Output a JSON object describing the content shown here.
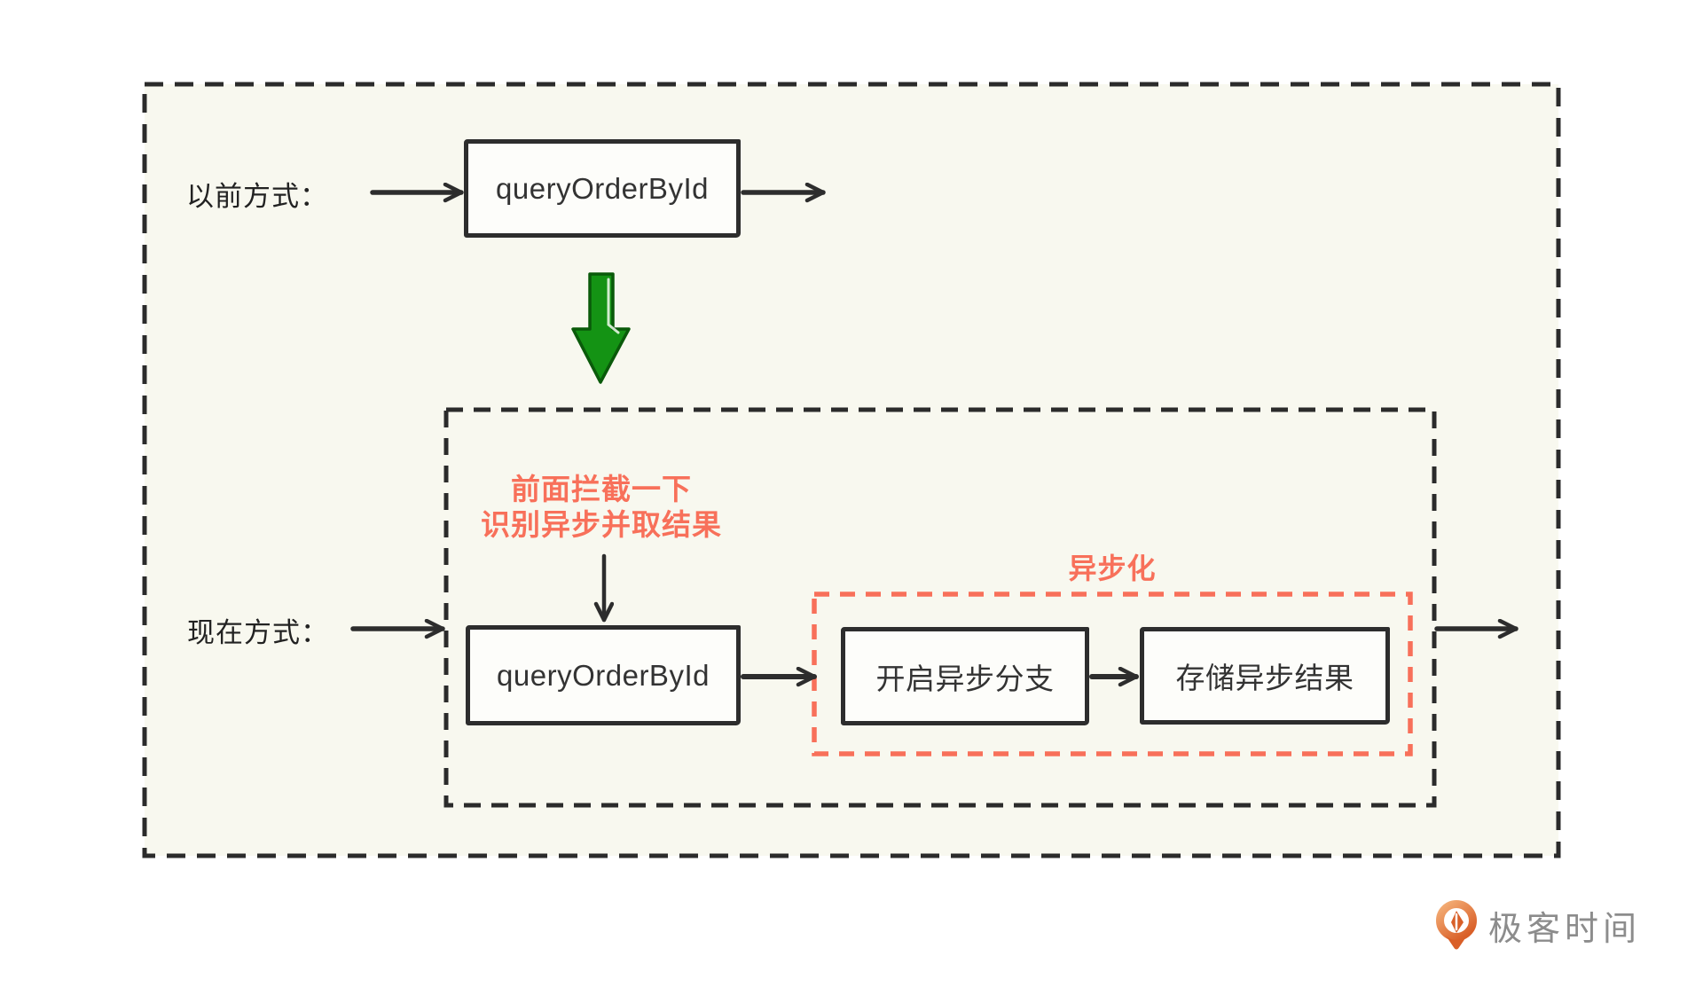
{
  "diagram": {
    "old_way": {
      "label": "以前方式：",
      "box_label": "queryOrderById"
    },
    "new_way": {
      "label": "现在方式：",
      "box_label": "queryOrderById"
    },
    "annotation": {
      "line1": "前面拦截一下",
      "line2": "识别异步并取结果"
    },
    "async_group": {
      "title": "异步化",
      "step1": "开启异步分支",
      "step2": "存储异步结果"
    }
  },
  "branding": {
    "logo_text": "极客时间"
  },
  "colors": {
    "accent_orange": "#f8705a",
    "arrow_green_fill": "#149314",
    "arrow_green_stroke": "#0a5a0a",
    "ink": "#2d2d2d",
    "panel_background": "#f8f8ef",
    "logo_gray": "#8c8c8c",
    "logo_orange_light": "#f4b078",
    "logo_orange_dark": "#e2662f"
  }
}
